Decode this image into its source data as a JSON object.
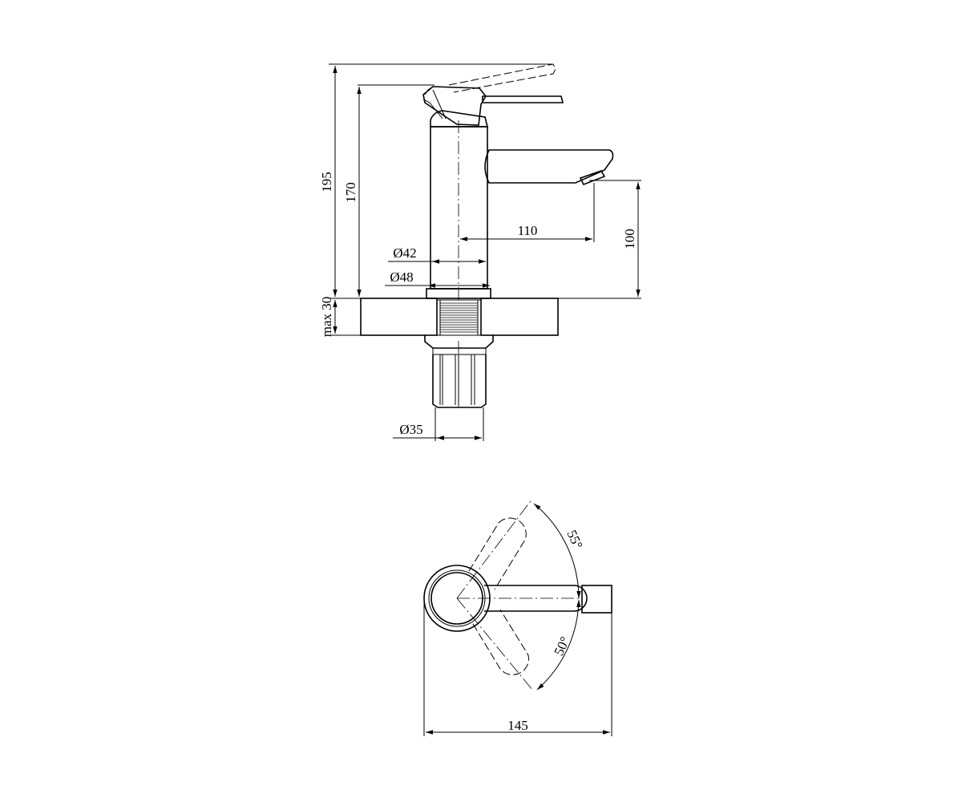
{
  "dimensions": {
    "total_height": "195",
    "lever_height": "170",
    "spout_height": "100",
    "spout_reach": "110",
    "body_diameter": "Ø42",
    "base_diameter": "Ø48",
    "counter_thickness": "max 30",
    "shank_diameter": "Ø35",
    "top_width": "145",
    "rotation_up": "55°",
    "rotation_down": "50°"
  }
}
